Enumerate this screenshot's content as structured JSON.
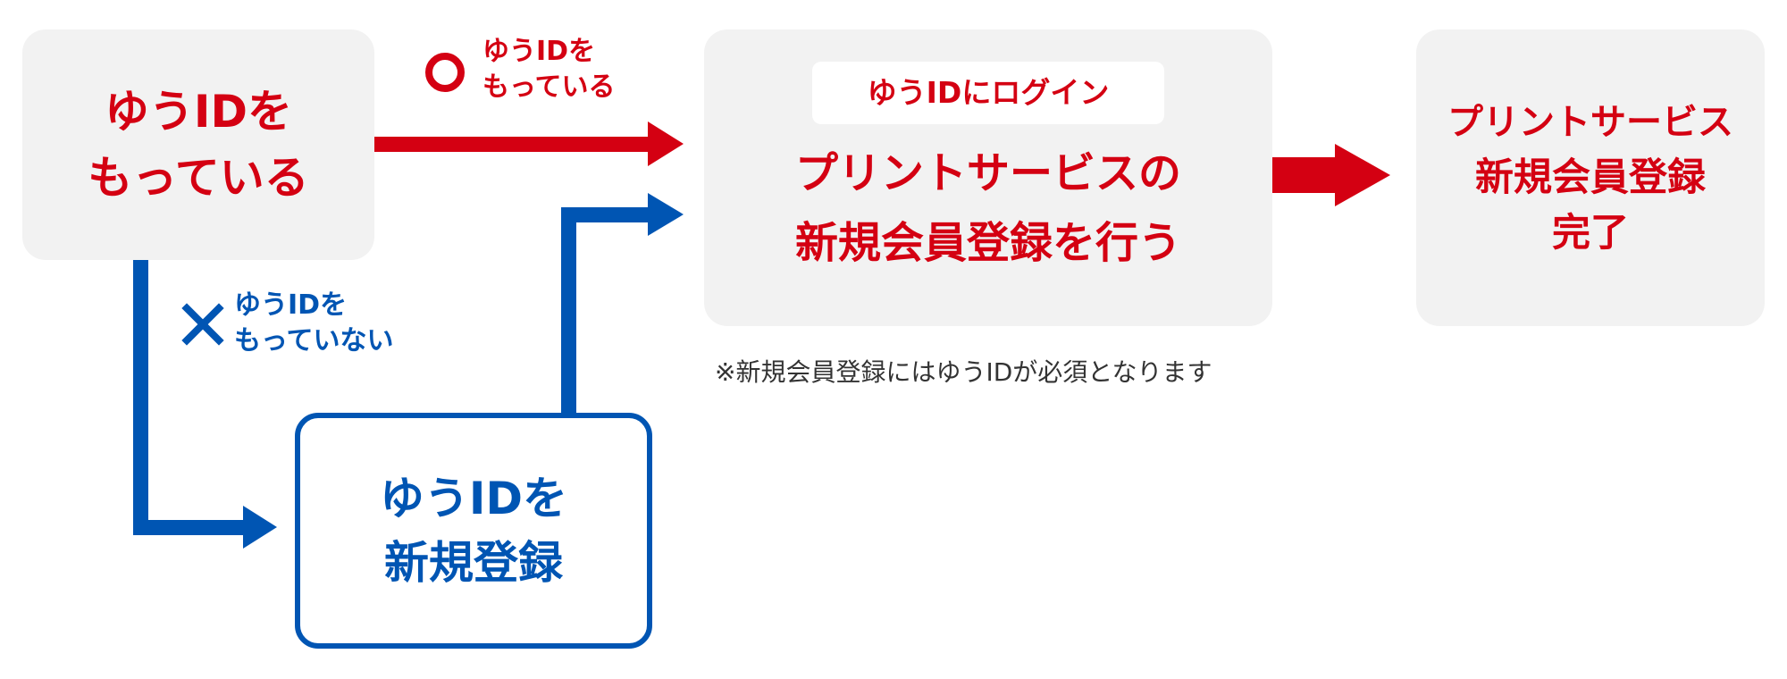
{
  "nodes": {
    "have_id": {
      "line1": "ゆうIDを",
      "line2": "もっている"
    },
    "register_id": {
      "line1": "ゆうIDを",
      "line2": "新規登録"
    },
    "login": {
      "pill": "ゆうIDにログイン",
      "line1": "プリントサービスの",
      "line2": "新規会員登録を行う"
    },
    "complete": {
      "line1": "プリントサービス",
      "line2": "新規会員登録",
      "line3": "完了"
    }
  },
  "edges": {
    "have": {
      "symbol": "◯",
      "line1": "ゆうIDを",
      "line2": "もっている"
    },
    "not_have": {
      "symbol": "✕",
      "line1": "ゆうIDを",
      "line2": "もっていない"
    }
  },
  "note": "※新規会員登録にはゆうIDが必須となります",
  "colors": {
    "red": "#d40012",
    "blue": "#0055b3",
    "box_gray": "#f2f2f2"
  }
}
